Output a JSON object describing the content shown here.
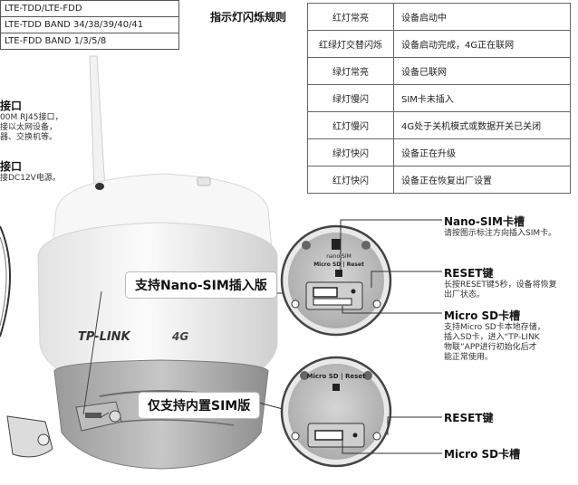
{
  "network_table": [
    "LTE-TDD/LTE-FDD",
    "LTE-TDD BAND 34/38/39/40/41",
    "LTE-FDD BAND 1/3/5/8"
  ],
  "interfaces": [
    {
      "title": "接口",
      "desc": [
        "00M RJ45接口，",
        "接以太网设备，",
        "器、交换机等。"
      ]
    },
    {
      "title": "接口",
      "desc": [
        "接DC12V电源。"
      ]
    }
  ],
  "led_rules": {
    "title": "指示灯闪烁规则",
    "rows": [
      {
        "state": "红灯常亮",
        "meaning": "设备启动中"
      },
      {
        "state": "红绿灯交替闪烁",
        "meaning": "设备启动完成，4G正在联网"
      },
      {
        "state": "绿灯常亮",
        "meaning": "设备已联网"
      },
      {
        "state": "绿灯慢闪",
        "meaning": "SIM卡未插入"
      },
      {
        "state": "红灯慢闪",
        "meaning": "4G处于关机模式或数据开关已关闭"
      },
      {
        "state": "绿灯快闪",
        "meaning": "设备正在升级"
      },
      {
        "state": "红灯快闪",
        "meaning": "设备正在恢复出厂设置"
      }
    ]
  },
  "camera": {
    "brand": "TP-LINK",
    "badge": "4G"
  },
  "panels": {
    "nano": {
      "sim_label": "nano SIM",
      "slot_label": "Micro SD | Reset"
    },
    "internal": {
      "slot_label": "Micro SD | Reset"
    }
  },
  "tags": {
    "nano": "支持Nano-SIM插入版",
    "internal": "仅支持内置SIM版"
  },
  "callouts": {
    "nano_sim": {
      "title": "Nano-SIM卡槽",
      "desc": [
        "请按图示标注方向插入SIM卡。"
      ]
    },
    "reset1": {
      "title": "RESET键",
      "desc": [
        "长按RESET键5秒，设备将恢复",
        "出厂状态。"
      ]
    },
    "microsd1": {
      "title": "Micro SD卡槽",
      "desc": [
        "支持Micro SD卡本地存储，",
        "插入SD卡，进入“TP-LINK",
        "物联”APP进行初始化后才",
        "能正常使用。"
      ]
    },
    "reset2": {
      "title": "RESET键"
    },
    "microsd2": {
      "title": "Micro SD卡槽"
    }
  }
}
